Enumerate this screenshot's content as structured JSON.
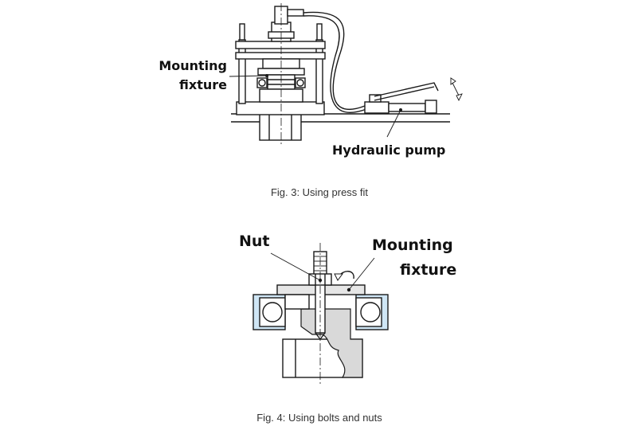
{
  "figure3": {
    "label_fixture_line1": "Mounting",
    "label_fixture_line2": "fixture",
    "label_pump": "Hydraulic pump",
    "caption": "Fig. 3: Using press fit"
  },
  "figure4": {
    "label_nut": "Nut",
    "label_fixture_line1": "Mounting",
    "label_fixture_line2": "fixture",
    "caption": "Fig. 4: Using bolts and nuts"
  },
  "colors": {
    "line": "#1a1a1a",
    "bearing_fill": "#cfe6f5",
    "hatch_fill": "#d9d9d9",
    "fixture_fill": "#e6e6e6"
  }
}
